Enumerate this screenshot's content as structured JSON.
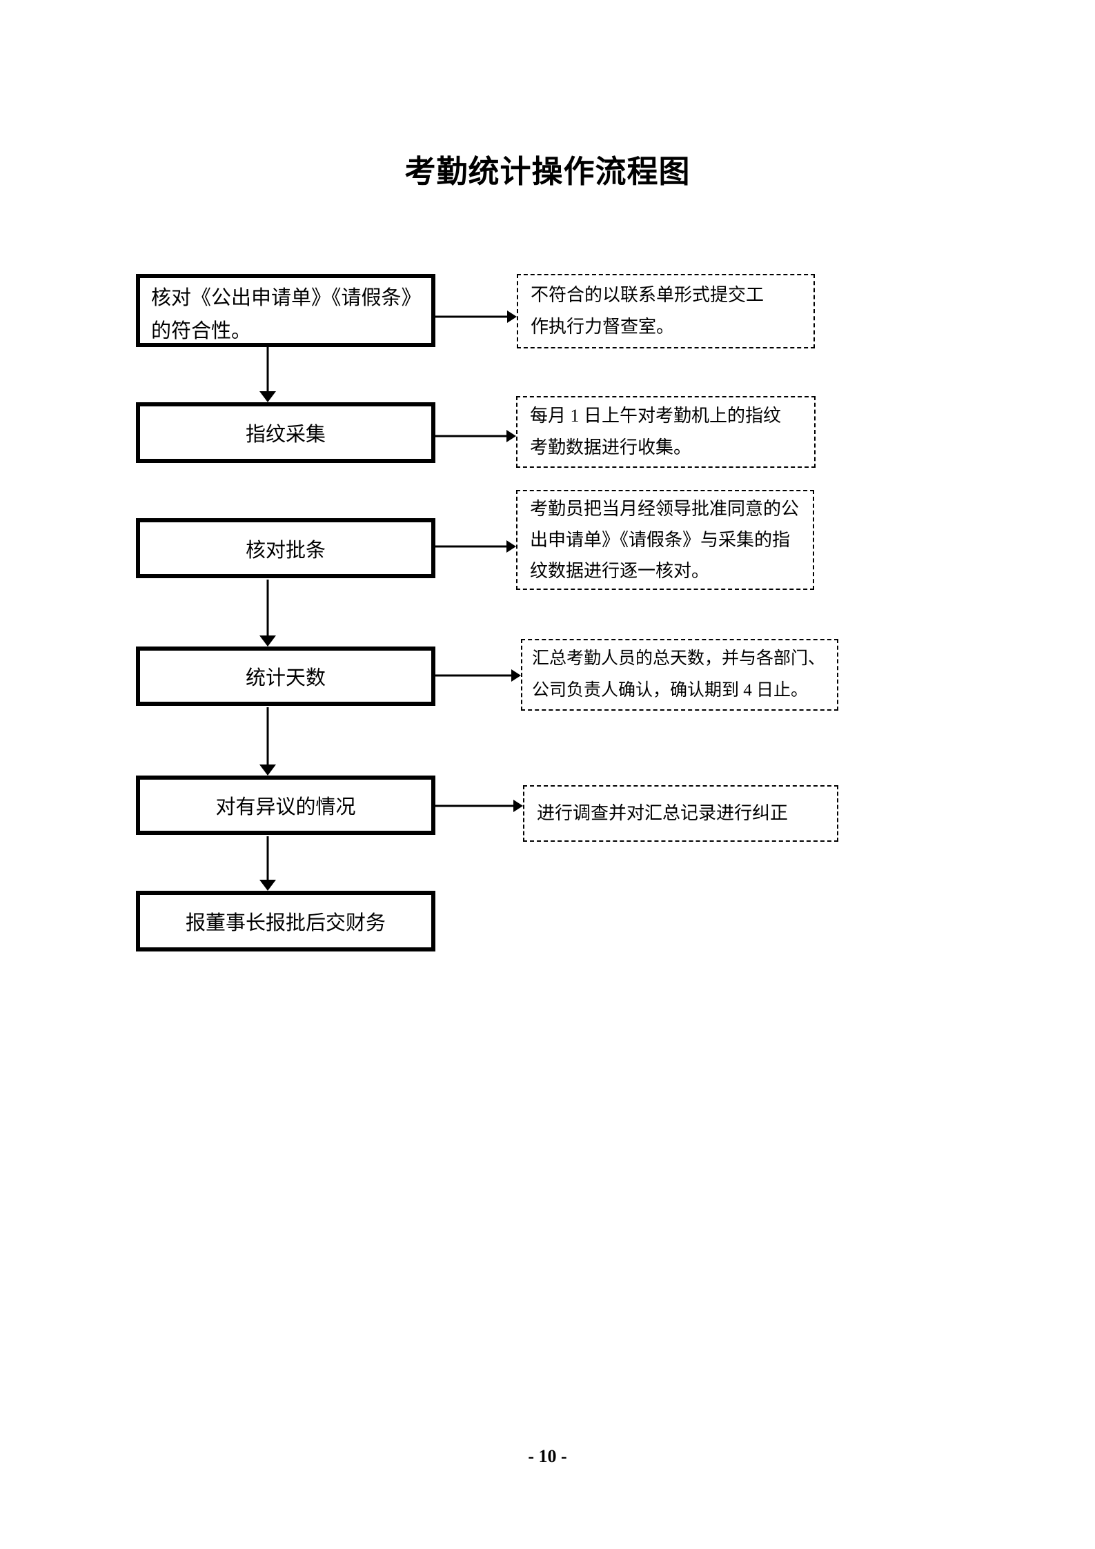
{
  "page": {
    "title": "考勤统计操作流程图",
    "page_number": "- 10 -"
  },
  "colors": {
    "ink": "#000000",
    "paper": "#ffffff"
  },
  "flow": {
    "steps": [
      {
        "label_lines": [
          "核对《公出申请单》《请假条》",
          "的符合性。"
        ],
        "note_lines": [
          "不符合的以联系单形式提交工",
          "作执行力督查室。"
        ]
      },
      {
        "label_lines": [
          "指纹采集"
        ],
        "note_lines": [
          "每月 1 日上午对考勤机上的指纹",
          "考勤数据进行收集。"
        ]
      },
      {
        "label_lines": [
          "核对批条"
        ],
        "note_lines": [
          "考勤员把当月经领导批准同意的公",
          "出申请单》《请假条》与采集的指",
          "纹数据进行逐一核对。"
        ]
      },
      {
        "label_lines": [
          "统计天数"
        ],
        "note_lines": [
          "汇总考勤人员的总天数，并与各部门、",
          "公司负责人确认，确认期到 4 日止。"
        ]
      },
      {
        "label_lines": [
          "对有异议的情况"
        ],
        "note_lines": [
          "进行调查并对汇总记录进行纠正"
        ]
      },
      {
        "label_lines": [
          "报董事长报批后交财务"
        ]
      }
    ]
  }
}
